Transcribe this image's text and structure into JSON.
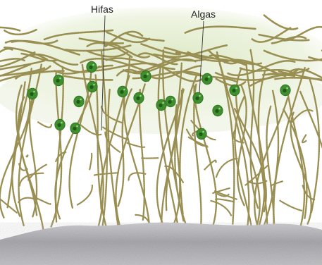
{
  "figure": {
    "labels": {
      "hyphae": "Hifas",
      "algae": "Algas"
    },
    "colors": {
      "background": "#ffffff",
      "upper_layer_tint": "#dfeac8",
      "hyphae": "#9a8f52",
      "hyphae_dots": "#6b6338",
      "alga_fill": "#3f8f2f",
      "alga_core": "#1f5a18",
      "substrate": "#b9b9bd"
    },
    "icons": [
      "hypha-strand",
      "alga-cell",
      "substrate-rock"
    ]
  }
}
